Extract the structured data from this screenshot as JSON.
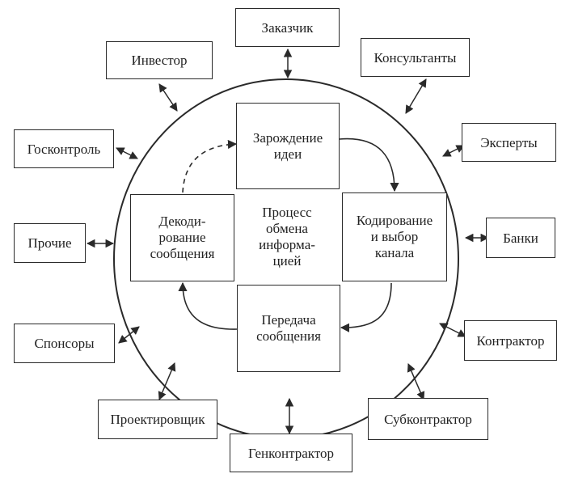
{
  "process": {
    "center": "Процесс\nобмена\nинформа-\nцией",
    "idea": "Зарождение\nидеи",
    "encoding": "Кодирование\nи выбор\nканала",
    "transmission": "Передача\nсообщения",
    "decoding": "Декоди-\nрование\nсообщения"
  },
  "stakeholders": {
    "customer": "Заказчик",
    "investor": "Инвестор",
    "consultants": "Консультанты",
    "gov_control": "Госконтроль",
    "experts": "Эксперты",
    "other": "Прочие",
    "banks": "Банки",
    "sponsors": "Спонсоры",
    "contractor": "Контрактор",
    "designer": "Проектировщик",
    "subcontractor": "Субконтрактор",
    "general_contractor": "Генконтрактор"
  }
}
